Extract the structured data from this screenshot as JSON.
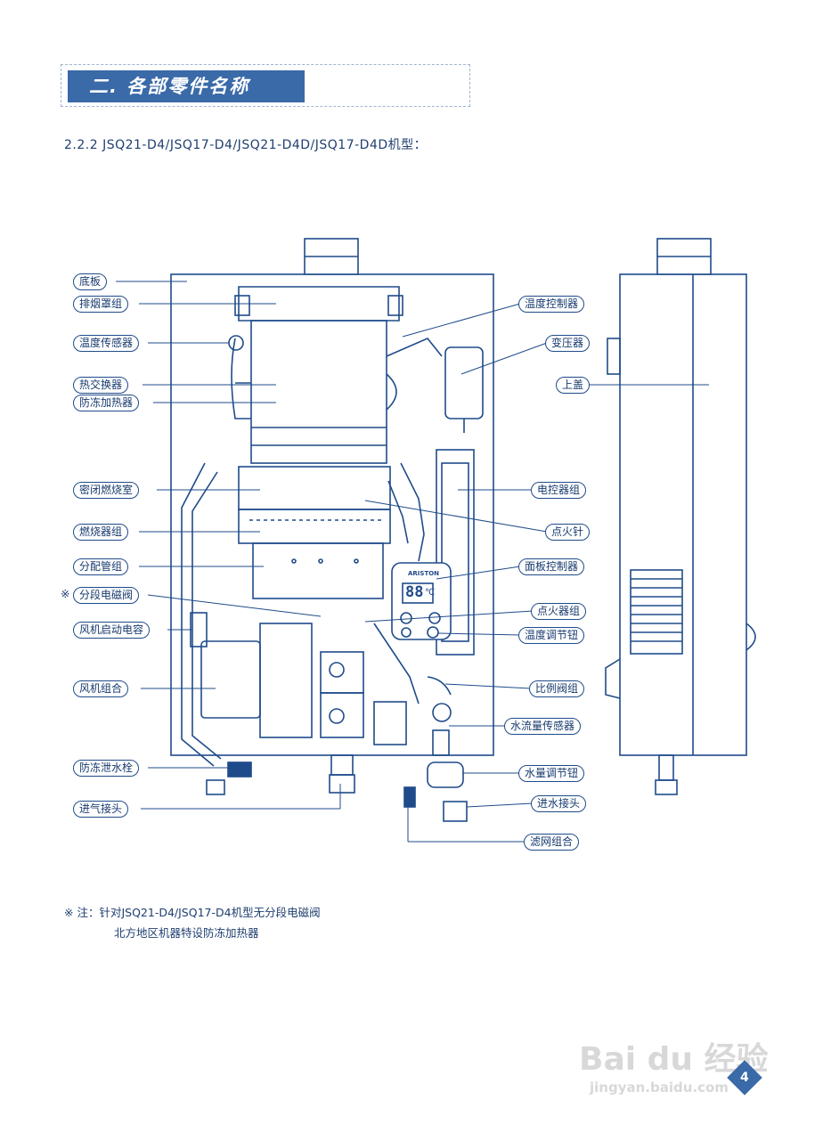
{
  "header": {
    "title": "二. 各部零件名称"
  },
  "subtitle": "2.2.2 JSQ21-D4/JSQ17-D4/JSQ21-D4D/JSQ17-D4D机型：",
  "left_labels": {
    "l1": "底板",
    "l2": "排烟罩组",
    "l3": "温度传感器",
    "l4": "热交换器",
    "l5": "防冻加热器",
    "l6": "密闭燃烧室",
    "l7": "燃烧器组",
    "l8": "分配管组",
    "l9": "分段电磁阀",
    "l10": "风机启动电容",
    "l11": "风机组合",
    "l12": "防冻泄水栓",
    "l13": "进气接头"
  },
  "right_labels": {
    "r1": "温度控制器",
    "r2": "变压器",
    "r3": "上盖",
    "r4": "电控器组",
    "r5": "点火针",
    "r6": "面板控制器",
    "r7": "点火器组",
    "r8": "温度调节钮",
    "r9": "比例阀组",
    "r10": "水流量传感器",
    "r11": "水量调节钮",
    "r12": "进水接头",
    "r13": "滤网组合"
  },
  "asterisk_mark": "※",
  "panel": {
    "brand": "ARISTON",
    "display": "88",
    "unit": "℃"
  },
  "notes": {
    "line1": "※  注：针对JSQ21-D4/JSQ17-D4机型无分段电磁阀",
    "line2": "北方地区机器特设防冻加热器"
  },
  "page_number": "4",
  "watermark": {
    "brand": "Bai du 经验",
    "url": "jingyan.baidu.com"
  },
  "colors": {
    "accent": "#3a6aa8",
    "line": "#1f4b8a",
    "text": "#1f3f70"
  }
}
